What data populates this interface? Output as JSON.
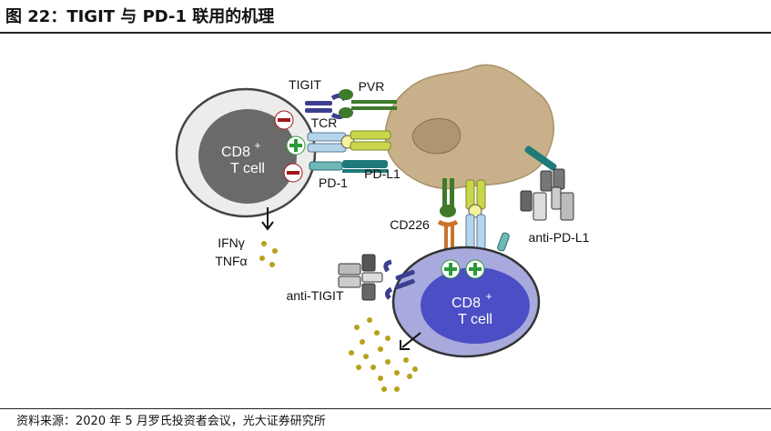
{
  "figure": {
    "title": "图 22：TIGIT 与 PD-1 联用的机理",
    "source": "资料来源：2020 年 5 月罗氏投资者会议，光大证券研究所"
  },
  "labels": {
    "tigit": "TIGIT",
    "pvr": "PVR",
    "tcr": "TCR",
    "pd1": "PD-1",
    "pdl1": "PD-L1",
    "cd226": "CD226",
    "anti_pdl1": "anti-PD-L1",
    "anti_tigit": "anti-TIGIT",
    "ifn": "IFNγ",
    "tnf": "TNFα",
    "cell1_line1": "CD8",
    "cell1_sup": "+",
    "cell1_line2": "T cell",
    "cell2_line1": "CD8",
    "cell2_sup": "+",
    "cell2_line2": "T cell"
  },
  "signs": {
    "minus": "−",
    "plus": "+"
  },
  "colors": {
    "tumor": "#c7b08a",
    "tcell_outer": "#ececec",
    "tcell_inner": "#6a6a6a",
    "tcell2_outer": "#a8aadd",
    "tcell2_inner": "#4b4ec4",
    "tigit": "#3c3f8f",
    "pvr": "#3e7a2a",
    "tcr": "#b6d4ea",
    "mhc": "#c9d64a",
    "pd1": "#6fb8b8",
    "pdl1": "#1f7a7a",
    "cd226": "#c9742c",
    "antibody": "#666666",
    "minus_sign": "#a0171b",
    "plus_sign": "#2a9a3a",
    "cytokine": "#b6a21a"
  }
}
